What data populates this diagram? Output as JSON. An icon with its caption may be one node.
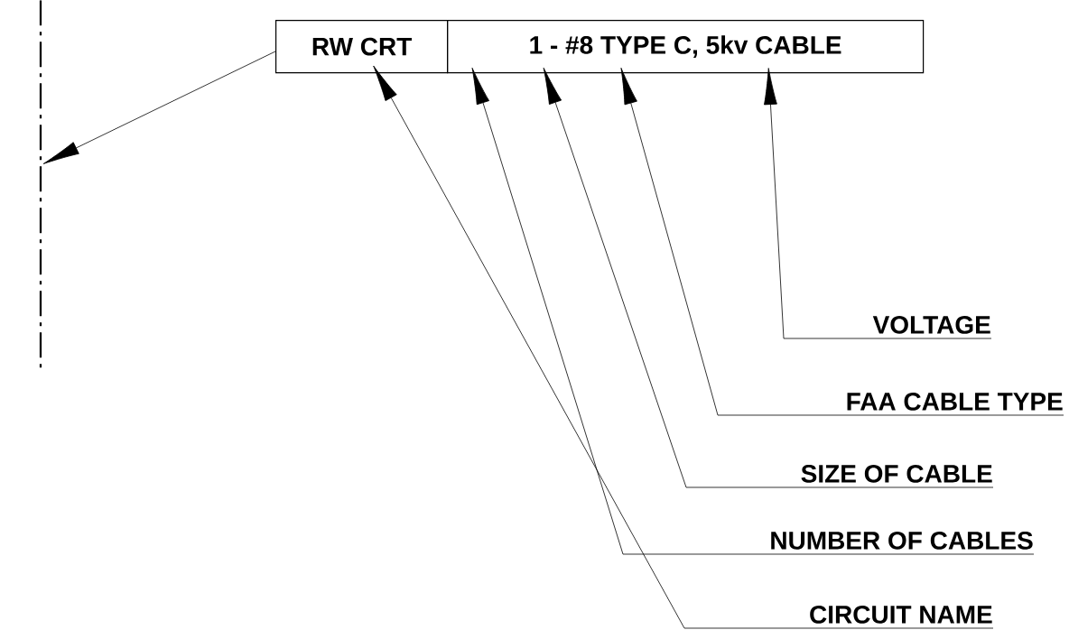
{
  "diagram": {
    "nodes": [
      {
        "text": [
          "RW CRT"
        ]
      },
      {
        "text": [
          "1 - #8 TYPE C, 5kv CABLE"
        ]
      },
      {
        "text": [],
        "shape": "line"
      },
      {
        "text": [
          "VOLTAGE"
        ]
      },
      {
        "text": [
          "FAA CABLE TYPE"
        ]
      },
      {
        "text": [
          "SIZE OF CABLE"
        ]
      },
      {
        "text": [
          "NUMBER OF CABLES"
        ]
      },
      {
        "text": [
          "CIRCUIT NAME"
        ]
      }
    ],
    "edges": [
      {
        "from": 0,
        "to": 2,
        "arrow": "to"
      },
      {
        "from": 3,
        "to": 1,
        "arrow": "to"
      },
      {
        "from": 4,
        "to": 1,
        "arrow": "to"
      },
      {
        "from": 5,
        "to": 1,
        "arrow": "to"
      },
      {
        "from": 6,
        "to": 1,
        "arrow": "to"
      },
      {
        "from": 7,
        "to": 0,
        "arrow": "to"
      }
    ]
  }
}
